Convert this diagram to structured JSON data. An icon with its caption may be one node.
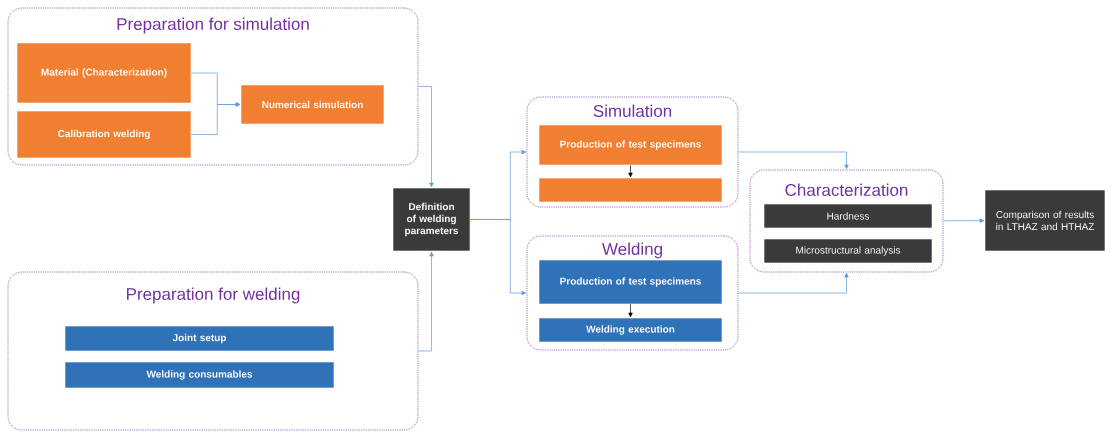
{
  "diagram": {
    "nodes": [
      {
        "text": [
          "Preparation for simulation"
        ]
      },
      {
        "text": [
          "Material (Characterization)"
        ],
        "in": 0
      },
      {
        "text": [
          "Calibration welding"
        ],
        "in": 0
      },
      {
        "text": [
          "Numerical simulation"
        ],
        "in": 0
      },
      {
        "text": [
          "Preparation for welding"
        ]
      },
      {
        "text": [
          "Joint setup"
        ],
        "in": 4
      },
      {
        "text": [
          "Welding consumables"
        ],
        "in": 4
      },
      {
        "text": [
          "Definition of welding parameters"
        ]
      },
      {
        "text": [
          "Simulation"
        ]
      },
      {
        "text": [
          "Production of test specimens"
        ],
        "in": 8
      },
      {
        "text": [],
        "shape": "box",
        "in": 8
      },
      {
        "text": [
          "Welding"
        ]
      },
      {
        "text": [
          "Production of test specimens"
        ],
        "in": 11
      },
      {
        "text": [
          "Welding execution"
        ],
        "in": 11
      },
      {
        "text": [
          "Characterization"
        ]
      },
      {
        "text": [
          "Hardness"
        ],
        "in": 14
      },
      {
        "text": [
          "Microstructural analysis"
        ],
        "in": 14
      },
      {
        "text": [
          "Comparison of results in LTHAZ and HTHAZ"
        ]
      }
    ],
    "edges": [
      {
        "from": 1,
        "to": 3,
        "arrow": "to"
      },
      {
        "from": 2,
        "to": 3,
        "arrow": "to"
      },
      {
        "from": 0,
        "to": 7,
        "arrow": "to"
      },
      {
        "from": 4,
        "to": 7,
        "arrow": "to"
      },
      {
        "from": 7,
        "to": 8,
        "arrow": "to"
      },
      {
        "from": 7,
        "to": 11,
        "arrow": "to"
      },
      {
        "from": 9,
        "to": 10,
        "arrow": "to",
        "color": "#000000"
      },
      {
        "from": 12,
        "to": 13,
        "arrow": "to",
        "color": "#000000"
      },
      {
        "from": 8,
        "to": 14,
        "arrow": "to"
      },
      {
        "from": 11,
        "to": 14,
        "arrow": "to"
      },
      {
        "from": 14,
        "to": 17,
        "arrow": "to"
      }
    ]
  }
}
